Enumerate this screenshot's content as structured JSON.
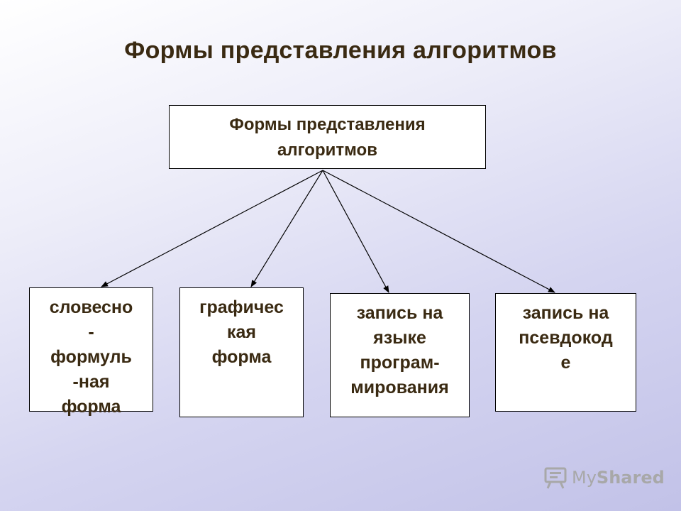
{
  "title": "Формы представления алгоритмов",
  "root": {
    "lines": [
      "Формы представления",
      "алгоритмов"
    ]
  },
  "children": [
    {
      "lines": [
        "словесно",
        "-",
        "формуль",
        "-ная",
        "форма"
      ]
    },
    {
      "lines": [
        "графичес",
        "кая",
        "форма"
      ]
    },
    {
      "lines": [
        "запись на",
        "языке",
        "програм-",
        "мирования"
      ]
    },
    {
      "lines": [
        "запись на",
        "псевдокод",
        "е"
      ]
    }
  ],
  "watermark": {
    "prefix": "My",
    "suffix": "Shared",
    "icon": "presentation-board-icon"
  },
  "colors": {
    "text": "#3a2a12",
    "line": "#000000",
    "watermark": "#a8a8a8"
  }
}
